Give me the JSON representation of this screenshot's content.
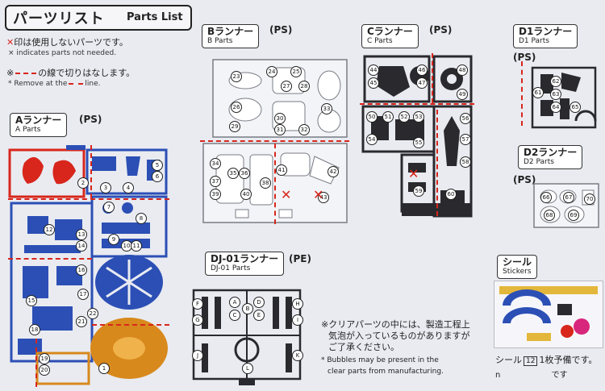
{
  "header": {
    "title_jp": "パーツリスト",
    "title_en": "Parts List"
  },
  "legend": {
    "x_mark": "✕",
    "x_line_jp": "印は使用しないパーツです。",
    "x_line_en": "× indicates parts not needed.",
    "cut_prefix": "※",
    "cut_line_jp": "の線で切りはなします。",
    "cut_line_en_pre": "* Remove at the",
    "cut_line_en_post": "line."
  },
  "runners": {
    "a": {
      "name_jp": "Aランナー",
      "name_en": "A Parts",
      "material": "(PS)"
    },
    "b": {
      "name_jp": "Bランナー",
      "name_en": "B Parts",
      "material": "(PS)"
    },
    "c": {
      "name_jp": "Cランナー",
      "name_en": "C Parts",
      "material": "(PS)"
    },
    "d1": {
      "name_jp": "D1ランナー",
      "name_en": "D1 Parts",
      "material": "(PS)"
    },
    "d2": {
      "name_jp": "D2ランナー",
      "name_en": "D2 Parts",
      "material": "(PS)"
    },
    "dj": {
      "name_jp": "DJ-01ランナー",
      "name_en": "DJ-01 Parts",
      "material": "(PE)"
    },
    "seal": {
      "name_jp": "シール",
      "name_en": "Stickers"
    }
  },
  "clear_note": {
    "jp_1": "※クリアパーツの中には、製造工程上",
    "jp_2": "気泡が入っているものがありますが",
    "jp_3": "ご了承ください。",
    "en_1": "* Bubbles may be present in the",
    "en_2": "clear parts from manufacturing."
  },
  "sticker_note": {
    "jp": "シール",
    "count_box": "12",
    "jp_after": "1枚予備です。",
    "en_prefix": "n",
    "en_after": "です"
  },
  "numbers": {
    "a": [
      "1",
      "2",
      "3",
      "4",
      "5",
      "6",
      "7",
      "8",
      "9",
      "10",
      "11",
      "12",
      "13",
      "14",
      "15",
      "16",
      "17",
      "18",
      "19",
      "20",
      "21",
      "22"
    ],
    "b": [
      "23",
      "24",
      "25",
      "26",
      "27",
      "28",
      "29",
      "30",
      "31",
      "32",
      "33",
      "34",
      "35",
      "36",
      "37",
      "38",
      "39",
      "40",
      "41",
      "42",
      "43"
    ],
    "c": [
      "44",
      "45",
      "46",
      "47",
      "48",
      "49",
      "50",
      "51",
      "52",
      "53",
      "54",
      "55",
      "56",
      "57",
      "58",
      "59",
      "60"
    ],
    "d1": [
      "61",
      "62",
      "63",
      "64",
      "65"
    ],
    "d2": [
      "66",
      "67",
      "68",
      "69",
      "70"
    ],
    "dj": [
      "A",
      "B",
      "C",
      "D",
      "E",
      "F",
      "G",
      "H",
      "I",
      "J",
      "K",
      "L"
    ]
  },
  "colors": {
    "red": "#d8261c",
    "blue": "#2c4fb5",
    "gold": "#d8891c",
    "dark": "#2a2a2e",
    "clear": "#f3f4f8"
  }
}
